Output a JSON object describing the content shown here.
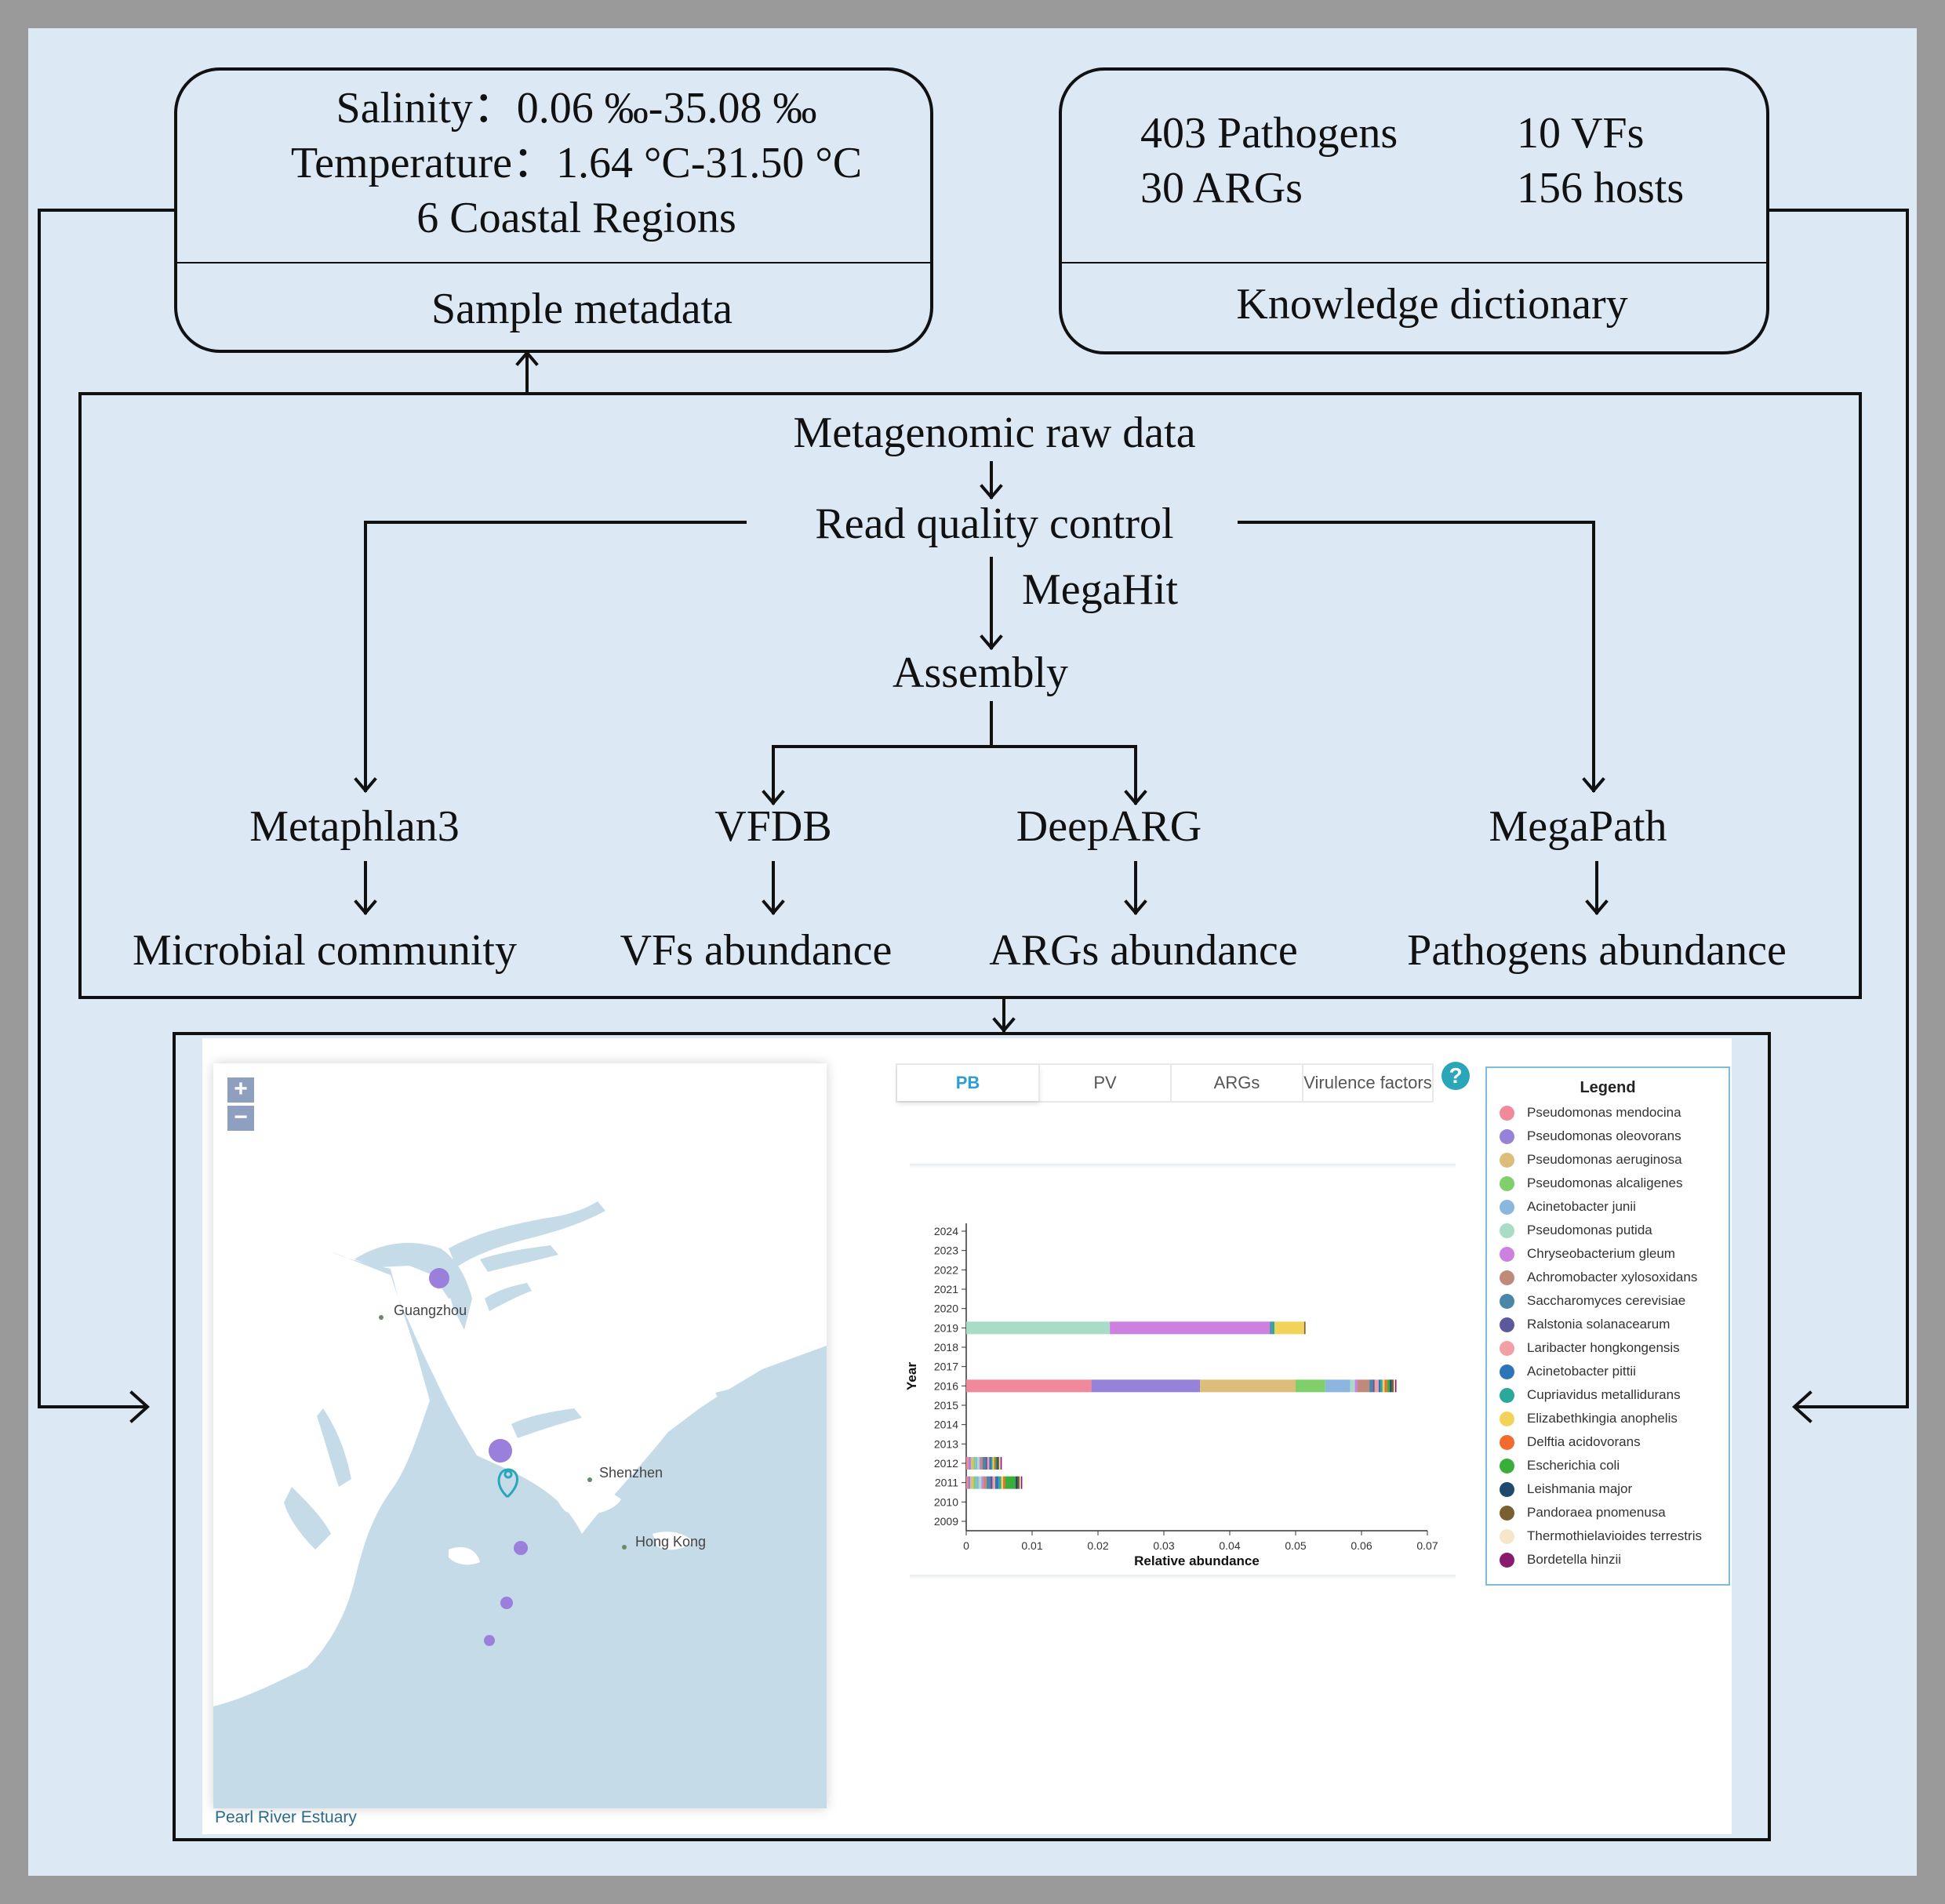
{
  "sample_metadata": {
    "salinity": "Salinity：0.06 ‰-35.08 ‰",
    "temperature": "Temperature：1.64 °C-31.50 °C",
    "regions": "6 Coastal Regions",
    "title": "Sample metadata"
  },
  "knowledge_dictionary": {
    "pathogens": "403 Pathogens",
    "vfs": "10 VFs",
    "args": "30 ARGs",
    "hosts": "156 hosts",
    "title": "Knowledge dictionary"
  },
  "pipeline": {
    "raw": "Metagenomic raw data",
    "qc": "Read quality control",
    "megahit": "MegaHit",
    "assembly": "Assembly",
    "tools": [
      "Metaphlan3",
      "VFDB",
      "DeepARG",
      "MegaPath"
    ],
    "outputs": [
      "Microbial community",
      "VFs abundance",
      "ARGs abundance",
      "Pathogens abundance"
    ]
  },
  "screenshot": {
    "zoom_in": "+",
    "zoom_out": "−",
    "map_caption": "Pearl River Estuary",
    "cities": [
      "Guangzhou",
      "Shenzhen",
      "Hong Kong"
    ],
    "tabs": [
      "PB",
      "PV",
      "ARGs",
      "Virulence factors"
    ],
    "active_tab": "PB",
    "help": "?",
    "legend_title": "Legend"
  },
  "colors": {
    "background": "#dce8f4",
    "water": "#c5dbe8",
    "land": "#ffffff",
    "accent": "#2a9fd6",
    "site_marker": "#9a7fdc"
  },
  "chart_data": {
    "type": "bar",
    "stacked": true,
    "orientation": "horizontal",
    "xlabel": "Relative abundance",
    "ylabel": "Year",
    "xlim": [
      0,
      0.07
    ],
    "x_ticks": [
      "0",
      "0.01",
      "0.02",
      "0.03",
      "0.04",
      "0.05",
      "0.06",
      "0.07"
    ],
    "categories": [
      "2009",
      "2010",
      "2011",
      "2012",
      "2013",
      "2014",
      "2015",
      "2016",
      "2017",
      "2018",
      "2019",
      "2020",
      "2021",
      "2022",
      "2023",
      "2024"
    ],
    "legend_position": "right",
    "series": [
      {
        "name": "Pseudomonas mendocina",
        "color": "#f0899a",
        "values": [
          0,
          0,
          0.0003,
          0.0004,
          0,
          0,
          0,
          0.019,
          0,
          0,
          0,
          0,
          0,
          0,
          0,
          0
        ]
      },
      {
        "name": "Pseudomonas oleovorans",
        "color": "#9682d8",
        "values": [
          0,
          0,
          0.0003,
          0.0003,
          0,
          0,
          0,
          0.0165,
          0,
          0,
          0,
          0,
          0,
          0,
          0,
          0
        ]
      },
      {
        "name": "Pseudomonas aeruginosa",
        "color": "#dcbd7a",
        "values": [
          0,
          0,
          0.0005,
          0.0004,
          0,
          0,
          0,
          0.0145,
          0,
          0,
          0,
          0,
          0,
          0,
          0,
          0
        ]
      },
      {
        "name": "Pseudomonas alcaligenes",
        "color": "#7fd06a",
        "values": [
          0,
          0,
          0.0004,
          0.0003,
          0,
          0,
          0,
          0.0045,
          0,
          0,
          0,
          0,
          0,
          0,
          0,
          0
        ]
      },
      {
        "name": "Acinetobacter junii",
        "color": "#8bb6e0",
        "values": [
          0,
          0,
          0.0004,
          0.0003,
          0,
          0,
          0,
          0.0038,
          0,
          0,
          0,
          0,
          0,
          0,
          0,
          0
        ]
      },
      {
        "name": "Pseudomonas putida",
        "color": "#a8dcc6",
        "values": [
          0,
          0,
          0.0004,
          0.0003,
          0,
          0,
          0,
          0.0007,
          0,
          0,
          0.0218,
          0,
          0,
          0,
          0,
          0
        ]
      },
      {
        "name": "Chryseobacterium gleum",
        "color": "#cc80e0",
        "values": [
          0,
          0,
          0.0003,
          0.0002,
          0,
          0,
          0,
          0.0004,
          0,
          0,
          0.0243,
          0,
          0,
          0,
          0,
          0
        ]
      },
      {
        "name": "Achromobacter xylosoxidans",
        "color": "#c08a7a",
        "values": [
          0,
          0,
          0.0005,
          0.0003,
          0,
          0,
          0,
          0.0018,
          0,
          0,
          0,
          0,
          0,
          0,
          0,
          0
        ]
      },
      {
        "name": "Saccharomyces cerevisiae",
        "color": "#4a86a8",
        "values": [
          0,
          0,
          0.0005,
          0.0004,
          0,
          0,
          0,
          0.0005,
          0,
          0,
          0.0003,
          0,
          0,
          0,
          0,
          0
        ]
      },
      {
        "name": "Ralstonia solanacearum",
        "color": "#5a5a9a",
        "values": [
          0,
          0,
          0.0004,
          0.0003,
          0,
          0,
          0,
          0.0003,
          0,
          0,
          0,
          0,
          0,
          0,
          0,
          0
        ]
      },
      {
        "name": "Laribacter hongkongensis",
        "color": "#f2a0a8",
        "values": [
          0,
          0,
          0.0004,
          0.0003,
          0,
          0,
          0,
          0.0006,
          0,
          0,
          0,
          0,
          0,
          0,
          0,
          0
        ]
      },
      {
        "name": "Acinetobacter pittii",
        "color": "#2e74b8",
        "values": [
          0,
          0,
          0.0005,
          0.0003,
          0,
          0,
          0,
          0.0003,
          0,
          0,
          0,
          0,
          0,
          0,
          0,
          0
        ]
      },
      {
        "name": "Cupriavidus metallidurans",
        "color": "#2aa898",
        "values": [
          0,
          0,
          0.0004,
          0.0002,
          0,
          0,
          0,
          0.0003,
          0,
          0,
          0.0004,
          0,
          0,
          0,
          0,
          0
        ]
      },
      {
        "name": "Elizabethkingia anophelis",
        "color": "#f2d35a",
        "values": [
          0,
          0,
          0.0003,
          0.0002,
          0,
          0,
          0,
          0.0003,
          0,
          0,
          0.0045,
          0,
          0,
          0,
          0,
          0
        ]
      },
      {
        "name": "Delftia acidovorans",
        "color": "#f26a2e",
        "values": [
          0,
          0,
          0.0003,
          0.0002,
          0,
          0,
          0,
          0.0004,
          0,
          0,
          0,
          0,
          0,
          0,
          0,
          0
        ]
      },
      {
        "name": "Escherichia coli",
        "color": "#3aae3a",
        "values": [
          0,
          0,
          0.0016,
          0.0002,
          0,
          0,
          0,
          0.0004,
          0,
          0,
          0,
          0,
          0,
          0,
          0,
          0
        ]
      },
      {
        "name": "Leishmania major",
        "color": "#1e4a6e",
        "values": [
          0,
          0,
          0.0003,
          0.0002,
          0,
          0,
          0,
          0.0003,
          0,
          0,
          0,
          0,
          0,
          0,
          0,
          0
        ]
      },
      {
        "name": "Pandoraea pnomenusa",
        "color": "#7a6030",
        "values": [
          0,
          0,
          0.0003,
          0.0002,
          0,
          0,
          0,
          0.0003,
          0,
          0,
          0.0002,
          0,
          0,
          0,
          0,
          0
        ]
      },
      {
        "name": "Thermothielavioides terrestris",
        "color": "#f5e6cc",
        "values": [
          0,
          0,
          0.0002,
          0.0002,
          0,
          0,
          0,
          0.0002,
          0,
          0,
          0,
          0,
          0,
          0,
          0,
          0
        ]
      },
      {
        "name": "Bordetella hinzii",
        "color": "#8a1a6e",
        "values": [
          0,
          0,
          0.0002,
          0.0002,
          0,
          0,
          0,
          0.0002,
          0,
          0,
          0,
          0,
          0,
          0,
          0,
          0
        ]
      }
    ]
  }
}
